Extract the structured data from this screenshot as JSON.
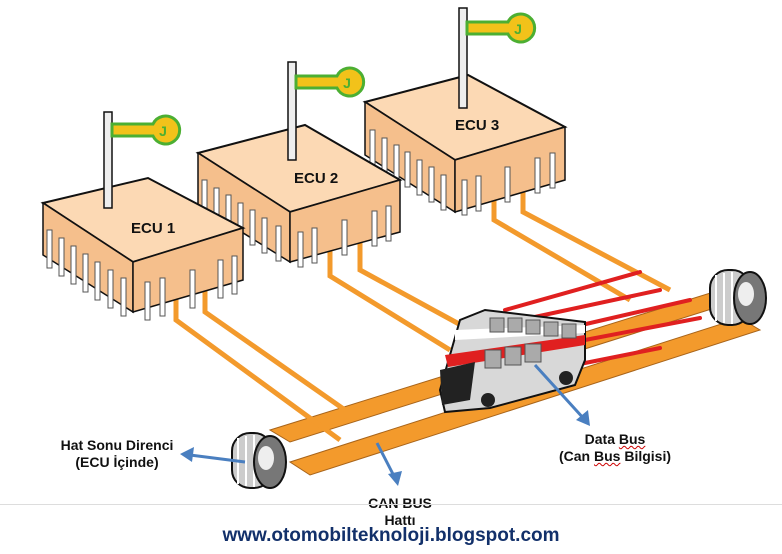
{
  "title": "CAN BUS diagram",
  "colors": {
    "ecu_top": "#fcd9b4",
    "ecu_side": "#f5bf8c",
    "bus_orange": "#f39a2c",
    "flag_yellow": "#f2c21a",
    "flag_green": "#4caf32",
    "arrow_blue": "#4a7fc0",
    "bus_red": "#e02020",
    "url_navy": "#12306a"
  },
  "ecus": [
    {
      "label": "ECU 1",
      "flag_letter": "J"
    },
    {
      "label": "ECU 2",
      "flag_letter": "J"
    },
    {
      "label": "ECU 3",
      "flag_letter": "J"
    }
  ],
  "annotations": {
    "terminator": {
      "line1": "Hat Sonu Direnci",
      "line2": "(ECU İçinde)"
    },
    "data_bus": {
      "line1_a": "Data ",
      "line1_b": "Bus",
      "line2_a": "(Can ",
      "line2_b": "Bus",
      "line2_c": " Bilgisi)"
    },
    "can_bus": {
      "line1": "CAN BUS",
      "line2": "Hattı"
    }
  },
  "footer": {
    "url": "www.otomobilteknoloji.blogspot.com"
  }
}
